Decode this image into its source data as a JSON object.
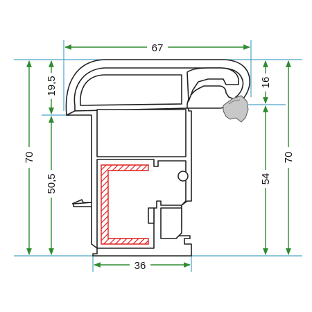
{
  "colors": {
    "dimension_line": "#2e8b2e",
    "extension_line": "#4aa3c8",
    "profile_stroke": "#222222",
    "reinforcement_stroke": "#e02020",
    "gasket_fill": "#c8c8c8"
  },
  "dimensions": {
    "top_width": "67",
    "bottom_width": "36",
    "left_total_height": "70",
    "left_upper_height": "19,5",
    "left_lower_height": "50,5",
    "right_upper_height": "16",
    "right_middle_height": "54",
    "right_total_height": "70"
  }
}
